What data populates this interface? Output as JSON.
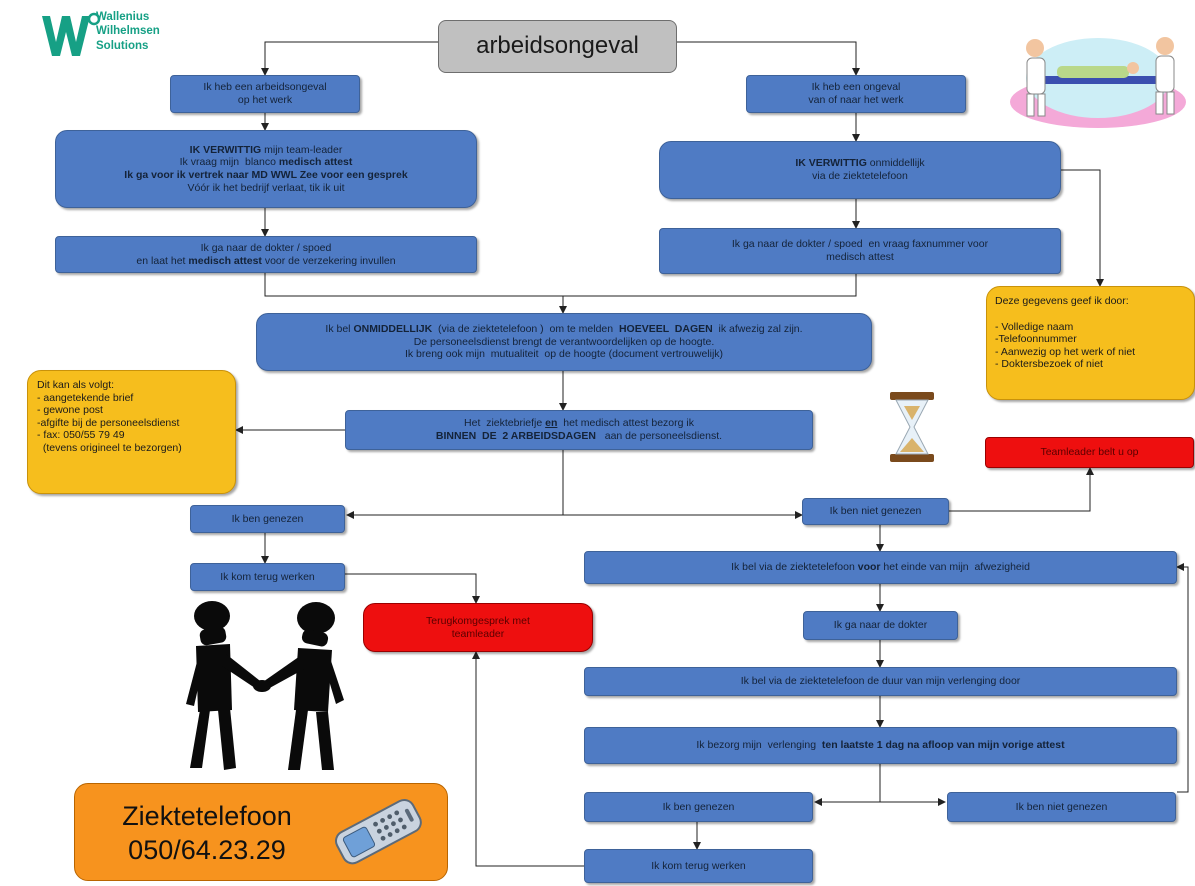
{
  "logo": {
    "lines": [
      "Wallenius",
      "Wilhelmsen",
      "Solutions"
    ]
  },
  "title": "arbeidsongeval",
  "left": {
    "work_accident": [
      "Ik heb een arbeidsongeval",
      "op het werk"
    ],
    "notify": [
      [
        {
          "t": "IK VERWITTIG",
          "b": true
        },
        {
          "t": " mijn team-leader"
        }
      ],
      [
        {
          "t": "Ik vraag mijn  blanco "
        },
        {
          "t": "medisch attest",
          "b": true
        }
      ],
      [
        {
          "t": "Ik ga voor ik vertrek naar MD WWL Zee voor een gesprek",
          "b": true
        }
      ],
      [
        {
          "t": "Vóór ik het bedrijf verlaat, tik ik uit"
        }
      ]
    ],
    "doctor": [
      [
        {
          "t": "Ik ga naar de dokter / spoed"
        }
      ],
      [
        {
          "t": "en laat het "
        },
        {
          "t": "medisch attest",
          "b": true
        },
        {
          "t": " voor de verzekering invullen"
        }
      ]
    ]
  },
  "right": {
    "commute_accident": [
      "Ik heb een ongeval",
      "van of naar het werk"
    ],
    "notify": [
      [
        {
          "t": "IK VERWITTIG",
          "b": true
        },
        {
          "t": " onmiddellijk"
        }
      ],
      [
        {
          "t": "via de ziektetelefoon"
        }
      ]
    ],
    "doctor": [
      [
        {
          "t": "Ik ga naar de dokter / spoed  en vraag faxnummer voor"
        }
      ],
      [
        {
          "t": "medisch attest"
        }
      ]
    ],
    "info_box": {
      "heading": "Deze gegevens geef ik door:",
      "items": [
        "- Volledige naam",
        "-Telefoonnummer",
        "- Aanwezig op het werk of niet",
        "- Doktersbezoek of niet"
      ]
    }
  },
  "call_box": [
    [
      {
        "t": "Ik bel "
      },
      {
        "t": "ONMIDDELLIJK",
        "b": true
      },
      {
        "t": "  (via de ziektetelefoon )  om te melden  "
      },
      {
        "t": "HOEVEEL  DAGEN",
        "b": true
      },
      {
        "t": "  ik afwezig zal zijn."
      }
    ],
    [
      {
        "t": "De personeelsdienst brengt de verantwoordelijken op de hoogte."
      }
    ],
    [
      {
        "t": "Ik breng ook mijn  mutualiteit  op de hoogte (document vertrouwelijk)"
      }
    ]
  ],
  "deliver_box": [
    [
      {
        "t": "Het  ziektebriefje "
      },
      {
        "t": "en",
        "b": true,
        "u": true
      },
      {
        "t": "  het medisch attest bezorg ik"
      }
    ],
    [
      {
        "t": "BINNEN  DE  2 ARBEIDSDAGEN",
        "b": true
      },
      {
        "t": "   aan de personeelsdienst."
      }
    ]
  ],
  "delivery_methods": {
    "heading": "Dit kan als volgt:",
    "items": [
      "- aangetekende brief",
      "- gewone post",
      "-afgifte bij de personeelsdienst",
      "- fax: 050/55 79 49",
      "  (tevens origineel te bezorgen)"
    ]
  },
  "healed": "Ik ben genezen",
  "back_to_work": "Ik kom terug werken",
  "return_interview": [
    "Terugkomgesprek met",
    "teamleader"
  ],
  "not_healed": "Ik ben niet genezen",
  "teamleader_calls": "Teamleader belt u op",
  "call_before_end": [
    {
      "t": "Ik bel via de ziektetelefoon "
    },
    {
      "t": "voor",
      "b": true
    },
    {
      "t": " het einde van mijn  afwezigheid"
    }
  ],
  "go_doctor": "Ik ga naar de dokter",
  "call_extension": "Ik bel via de ziektetelefoon de duur van mijn  verlenging door",
  "deliver_extension": [
    {
      "t": "Ik bezorg mijn  verlenging  "
    },
    {
      "t": "ten laatste 1 dag na afloop van mijn vorige attest",
      "b": true
    }
  ],
  "healed_2": "Ik ben genezen",
  "not_healed_2": "Ik ben niet genezen",
  "back_to_work_2": "Ik kom terug werken",
  "sick_phone": {
    "label": "Ziektetelefoon",
    "number": "050/64.23.29"
  },
  "colors": {
    "box_blue": "#4f7bc4",
    "alert_red": "#ee0f0f",
    "note_yellow": "#f6be1d",
    "phone_orange": "#f7931e",
    "brand_teal": "#16a085"
  }
}
